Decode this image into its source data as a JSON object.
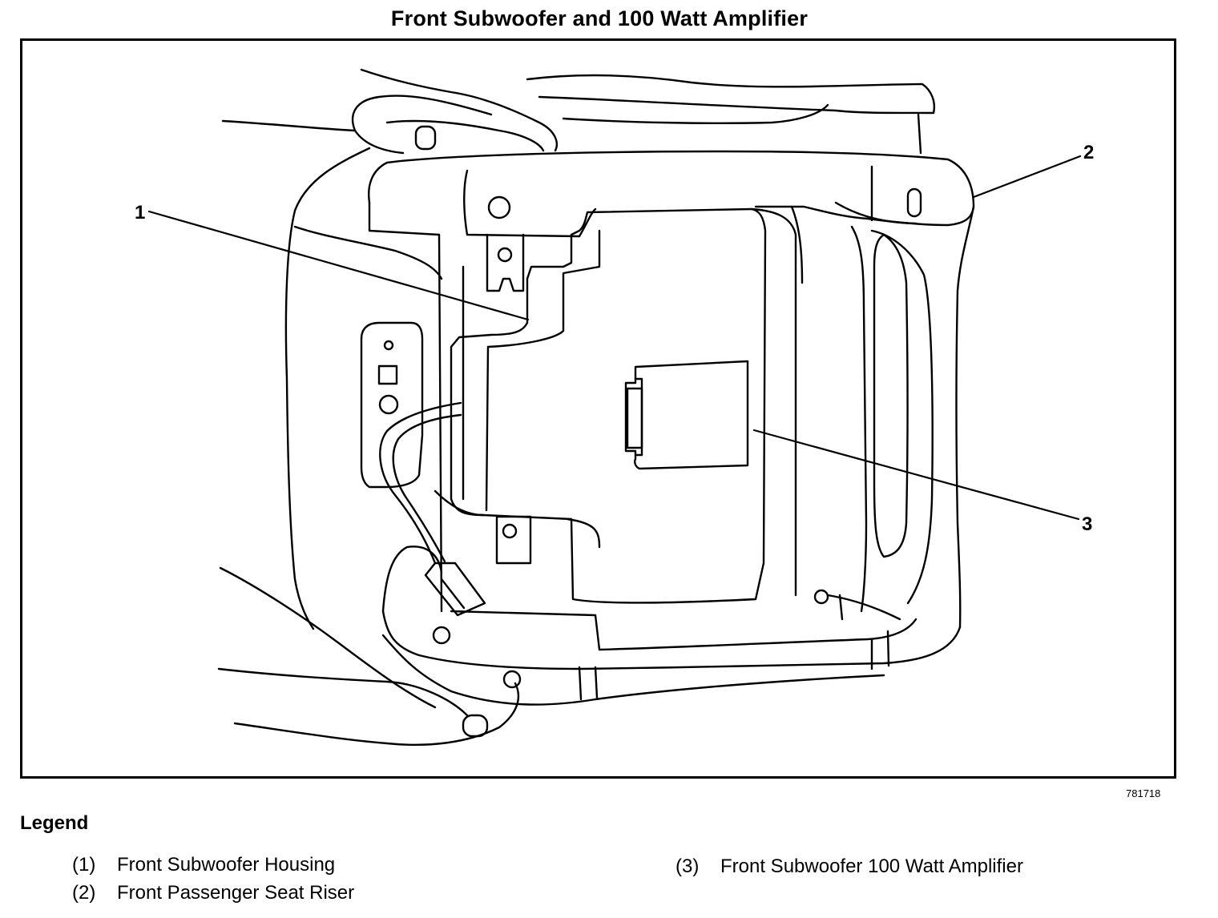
{
  "title": "Front Subwoofer and 100 Watt Amplifier",
  "figure_id": "781718",
  "callouts": [
    "1",
    "2",
    "3"
  ],
  "legend": {
    "heading": "Legend",
    "items": [
      {
        "num": "(1)",
        "text": "Front Subwoofer Housing"
      },
      {
        "num": "(2)",
        "text": "Front Passenger Seat Riser"
      },
      {
        "num": "(3)",
        "text": "Front Subwoofer 100 Watt Amplifier"
      }
    ]
  }
}
